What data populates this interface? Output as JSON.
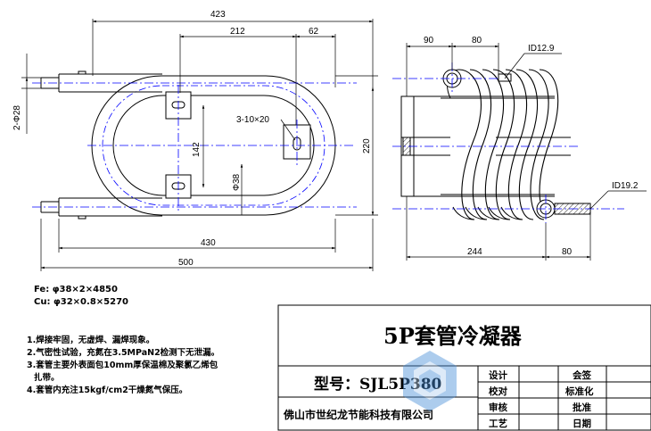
{
  "dimensions": {
    "d423": "423",
    "d212": "212",
    "d62": "62",
    "d28": "2-Φ28",
    "d142": "142",
    "d38": "Φ38",
    "d220": "220",
    "d430": "430",
    "d500": "500",
    "slot": "3-10×20",
    "d90": "90",
    "d80_top": "80",
    "id12": "ID12.9",
    "id19": "ID19.2",
    "d244": "244",
    "d80_bottom": "80"
  },
  "materials": {
    "fe": "Fe:  φ38×2×4850",
    "cu": "Cu:  φ32×0.8×5270"
  },
  "notes": [
    "1.焊接牢固，无虚焊、漏焊现象。",
    "2.气密性试验，充氮在3.5MPaN2检测下无泄漏。",
    "3.套管主要外表面包10mm厚保温棉及聚氯乙烯包",
    "扎带。",
    "4.套管内充注15kgf/cm2干燥氮气保压。"
  ],
  "title_block": {
    "title": "5P套管冷凝器",
    "model": "型号：SJL5P380",
    "company": "佛山市世纪龙节能科技有限公司",
    "cells": [
      [
        "设计",
        "",
        "会签"
      ],
      [
        "校对",
        "",
        "标准化"
      ],
      [
        "审核",
        "",
        "批准"
      ],
      [
        "工艺",
        "",
        "日期"
      ]
    ]
  },
  "colors": {
    "line": "#000000",
    "centerline": "#0000ff",
    "watermark": "#4a90d9"
  }
}
